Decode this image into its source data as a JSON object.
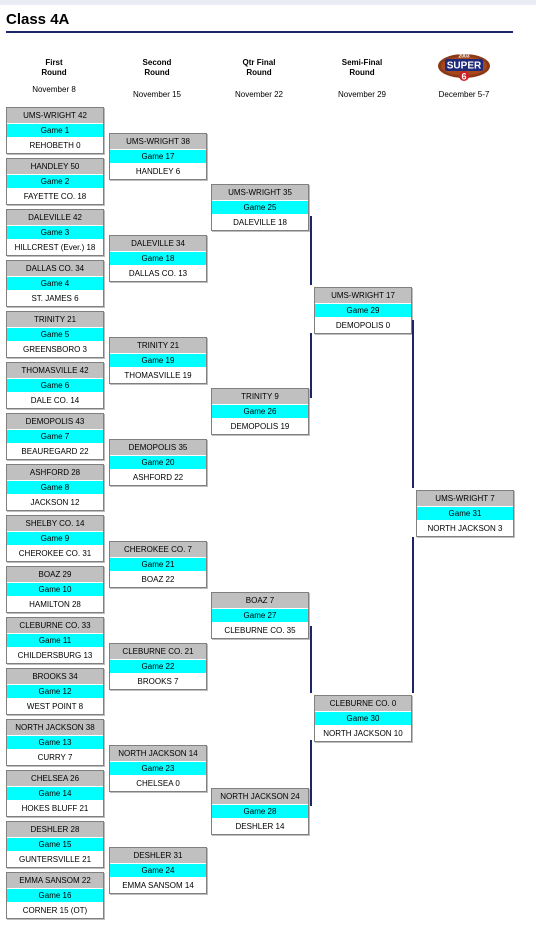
{
  "title": "Class 4A",
  "rounds": [
    {
      "label1": "First",
      "label2": "Round",
      "date": "November 8"
    },
    {
      "label1": "Second",
      "label2": "Round",
      "date": "November 15"
    },
    {
      "label1": "Qtr Final",
      "label2": "Round",
      "date": "November 22"
    },
    {
      "label1": "Semi-Final",
      "label2": "Round",
      "date": "November 29"
    },
    {
      "label1": "",
      "label2": "",
      "date": "December 5-7"
    }
  ],
  "logo": {
    "top_text": "2003",
    "main_text": "SUPER",
    "number": "6"
  },
  "colors": {
    "game_bg": "#00ffff",
    "team_top_bg": "#c0c0c0",
    "line": "#1c2666"
  },
  "round1": [
    {
      "team1": "UMS-WRIGHT  42",
      "game": "Game 1",
      "team2": "REHOBETH  0"
    },
    {
      "team1": "HANDLEY  50",
      "game": "Game 2",
      "team2": "FAYETTE CO.  18"
    },
    {
      "team1": "DALEVILLE  42",
      "game": "Game 3",
      "team2": "HILLCREST (Ever.)  18"
    },
    {
      "team1": "DALLAS CO.  34",
      "game": "Game 4",
      "team2": "ST. JAMES  6"
    },
    {
      "team1": "TRINITY  21",
      "game": "Game 5",
      "team2": "GREENSBORO  3"
    },
    {
      "team1": "THOMASVILLE  42",
      "game": "Game 6",
      "team2": "DALE CO.  14"
    },
    {
      "team1": "DEMOPOLIS  43",
      "game": "Game 7",
      "team2": "BEAUREGARD  22"
    },
    {
      "team1": "ASHFORD  28",
      "game": "Game 8",
      "team2": "JACKSON  12"
    },
    {
      "team1": "SHELBY CO.  14",
      "game": "Game 9",
      "team2": "CHEROKEE CO.  31"
    },
    {
      "team1": "BOAZ  29",
      "game": "Game 10",
      "team2": "HAMILTON  28"
    },
    {
      "team1": "CLEBURNE CO.  33",
      "game": "Game 11",
      "team2": "CHILDERSBURG  13"
    },
    {
      "team1": "BROOKS  34",
      "game": "Game 12",
      "team2": "WEST POINT  8"
    },
    {
      "team1": "NORTH JACKSON  38",
      "game": "Game 13",
      "team2": "CURRY  7"
    },
    {
      "team1": "CHELSEA  26",
      "game": "Game 14",
      "team2": "HOKES BLUFF  21"
    },
    {
      "team1": "DESHLER  28",
      "game": "Game 15",
      "team2": "GUNTERSVILLE  21"
    },
    {
      "team1": "EMMA SANSOM  22",
      "game": "Game 16",
      "team2": "CORNER  15 (OT)"
    }
  ],
  "round2": [
    {
      "team1": "UMS-WRIGHT  38",
      "game": "Game 17",
      "team2": "HANDLEY  6"
    },
    {
      "team1": "DALEVILLE  34",
      "game": "Game 18",
      "team2": "DALLAS CO.  13"
    },
    {
      "team1": "TRINITY  21",
      "game": "Game 19",
      "team2": "THOMASVILLE  19"
    },
    {
      "team1": "DEMOPOLIS  35",
      "game": "Game 20",
      "team2": "ASHFORD  22"
    },
    {
      "team1": "CHEROKEE CO.  7",
      "game": "Game 21",
      "team2": "BOAZ  22"
    },
    {
      "team1": "CLEBURNE CO.  21",
      "game": "Game 22",
      "team2": "BROOKS  7"
    },
    {
      "team1": "NORTH JACKSON  14",
      "game": "Game 23",
      "team2": "CHELSEA  0"
    },
    {
      "team1": "DESHLER  31",
      "game": "Game 24",
      "team2": "EMMA SANSOM  14"
    }
  ],
  "round3": [
    {
      "team1": "UMS-WRIGHT  35",
      "game": "Game 25",
      "team2": "DALEVILLE  18"
    },
    {
      "team1": "TRINITY  9",
      "game": "Game 26",
      "team2": "DEMOPOLIS  19"
    },
    {
      "team1": "BOAZ  7",
      "game": "Game 27",
      "team2": "CLEBURNE CO.  35"
    },
    {
      "team1": "NORTH JACKSON  24",
      "game": "Game 28",
      "team2": "DESHLER  14"
    }
  ],
  "round4": [
    {
      "team1": "UMS-WRIGHT  17",
      "game": "Game 29",
      "team2": "DEMOPOLIS  0"
    },
    {
      "team1": "CLEBURNE CO.  0",
      "game": "Game 30",
      "team2": "NORTH JACKSON  10"
    }
  ],
  "round5": [
    {
      "team1": "UMS-WRIGHT  7",
      "game": "Game 31",
      "team2": "NORTH JACKSON  3"
    }
  ]
}
